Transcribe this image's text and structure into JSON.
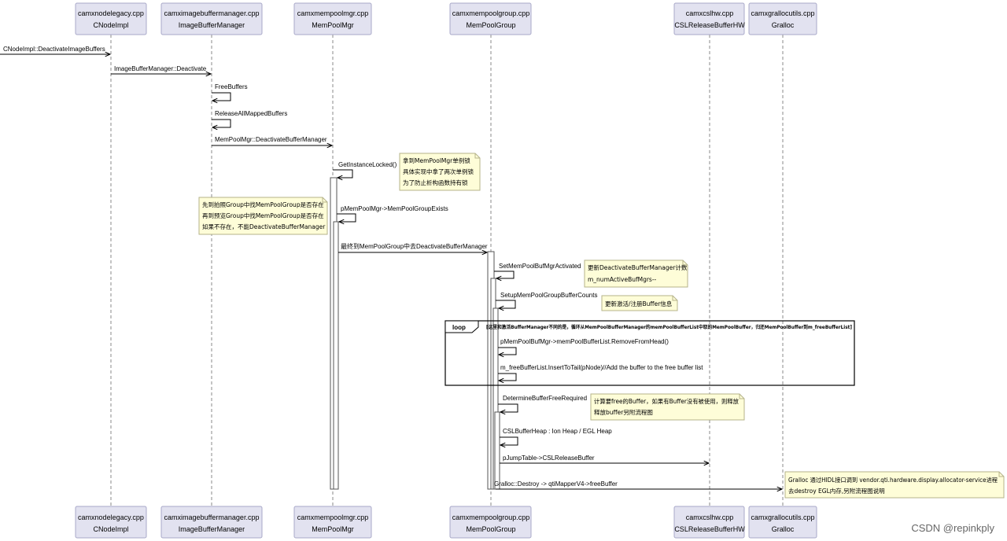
{
  "participants": [
    {
      "file": "camxnodelegacy.cpp",
      "name": "CNodeImpl"
    },
    {
      "file": "camximagebuffermanager.cpp",
      "name": "ImageBufferManager"
    },
    {
      "file": "camxmempoolmgr.cpp",
      "name": "MemPoolMgr"
    },
    {
      "file": "camxmempoolgroup.cpp",
      "name": "MemPoolGroup"
    },
    {
      "file": "camxcslhw.cpp",
      "name": "CSLReleaseBufferHW"
    },
    {
      "file": "camxgrallocutils.cpp",
      "name": "Gralloc"
    }
  ],
  "messages": [
    "CNodeImpl::DeactivateImageBuffers",
    "ImageBufferManager::Deactivate",
    "FreeBuffers",
    "ReleaseAllMappedBuffers",
    "MemPoolMgr::DeactivateBufferManager",
    "GetInstanceLocked()",
    "pMemPoolMgr->MemPoolGroupExists",
    "最终到MemPoolGroup中去DeactivateBufferManager",
    "SetMemPoolBufMgrActivated",
    "SetupMemPoolGroupBufferCounts",
    "pMemPoolBufMgr->memPoolBufferList.RemoveFromHead()",
    "m_freeBufferList.InsertToTail(pNode)//Add the buffer to the free buffer list",
    "DetermineBufferFreeRequired",
    "CSLBufferHeap : Ion Heap / EGL Heap",
    "pJumpTable->CSLReleaseBuffer",
    "Gralloc::Destroy -> qtiMapperV4->freeBuffer"
  ],
  "notes": [
    [
      "拿到MemPoolMgr单例锁",
      "具体实现中拿了两次单例锁",
      "为了防止析构函数持有锁"
    ],
    [
      "先到拍照Group中找MemPoolGroup是否存在",
      "再到预览Group中找MemPoolGroup是否存在",
      "如果不存在，不能DeactivateBufferManager"
    ],
    [
      "更新DeactivateBufferManager计数",
      "m_numActiveBufMgrs--"
    ],
    [
      "更新激活/注册Buffer信息"
    ],
    [
      "计算要free的Buffer，如果有Buffer没有被使用，则释放",
      "释放buffer另附流程图"
    ],
    [
      "Gralloc 通过HIDL接口调到 vendor.qti.hardware.display.allocator-service进程",
      "去destroy EGL内存,另附流程图说明"
    ]
  ],
  "loop": {
    "label": "loop",
    "guard": "[这里和激活BufferManager不同的是，循环从MemPoolBufferManager的memPoolBufferList中取的MemPoolBuffer，归还MemPoolBuffer到m_freeBufferList]"
  },
  "watermark": "CSDN @repinkply"
}
